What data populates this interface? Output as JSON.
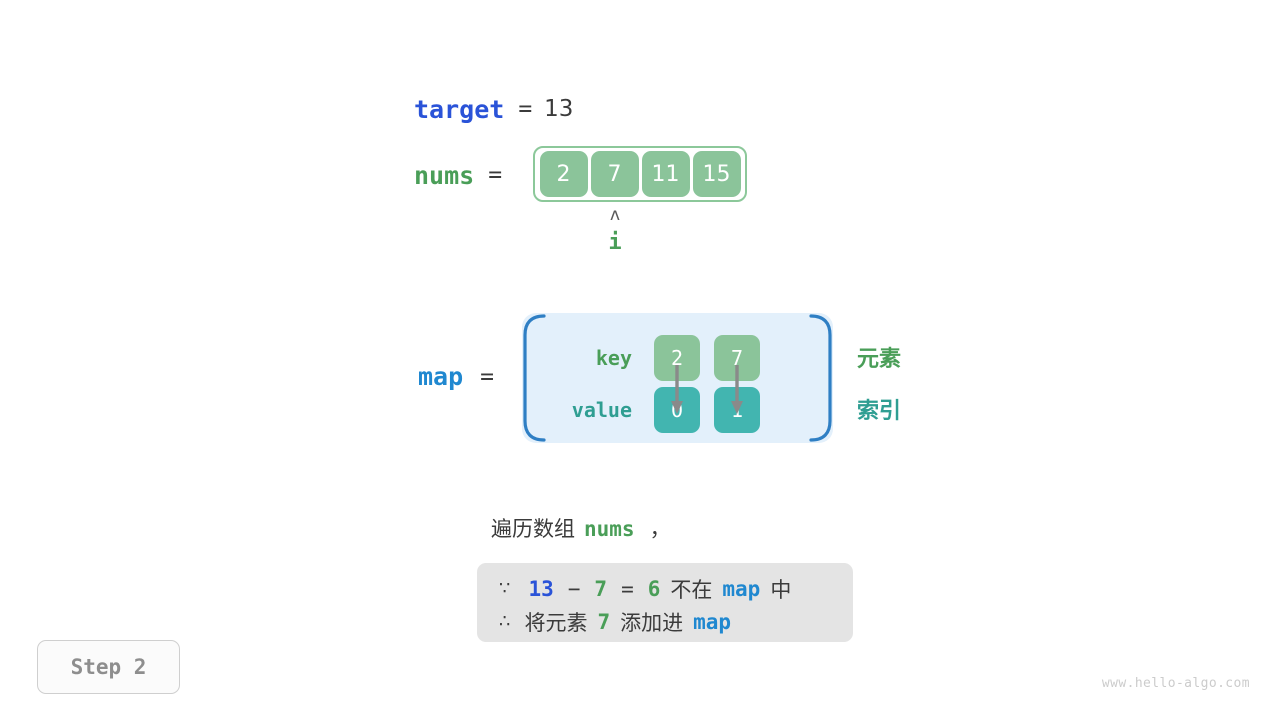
{
  "target": {
    "var_label": "target",
    "equals": "=",
    "value": "13"
  },
  "nums": {
    "var_label": "nums",
    "equals": "=",
    "cells": [
      "2",
      "7",
      "11",
      "15"
    ]
  },
  "pointer": {
    "caret": "ʌ",
    "label": "i"
  },
  "map": {
    "var_label": "map",
    "equals": "=",
    "key_label": "key",
    "value_label": "value",
    "keys": [
      "2",
      "7"
    ],
    "values": [
      "0",
      "1"
    ],
    "side_label_element": "元素",
    "side_label_index": "索引"
  },
  "narration": {
    "prefix": "遍历数组",
    "keyword": "nums",
    "comma": "，"
  },
  "explanation": {
    "line1": {
      "symbol": "∵",
      "target_value": "13",
      "minus": "−",
      "current_value": "7",
      "equals": "=",
      "result": "6",
      "text_mid": "不在",
      "map_word": "map",
      "text_end": "中"
    },
    "line2": {
      "symbol": "∴",
      "text_start": "将元素",
      "element": "7",
      "text_mid": "添加进",
      "map_word": "map"
    }
  },
  "step_badge": "Step 2",
  "watermark": "www.hello-algo.com",
  "colors": {
    "target_blue": "#2a53d8",
    "map_blue": "#2088d0",
    "element_green": "#4a9e58",
    "cell_green": "#8bc49a",
    "index_teal": "#42b5b0",
    "box_gray": "#e4e4e4",
    "map_bg": "#e3f0fb"
  }
}
